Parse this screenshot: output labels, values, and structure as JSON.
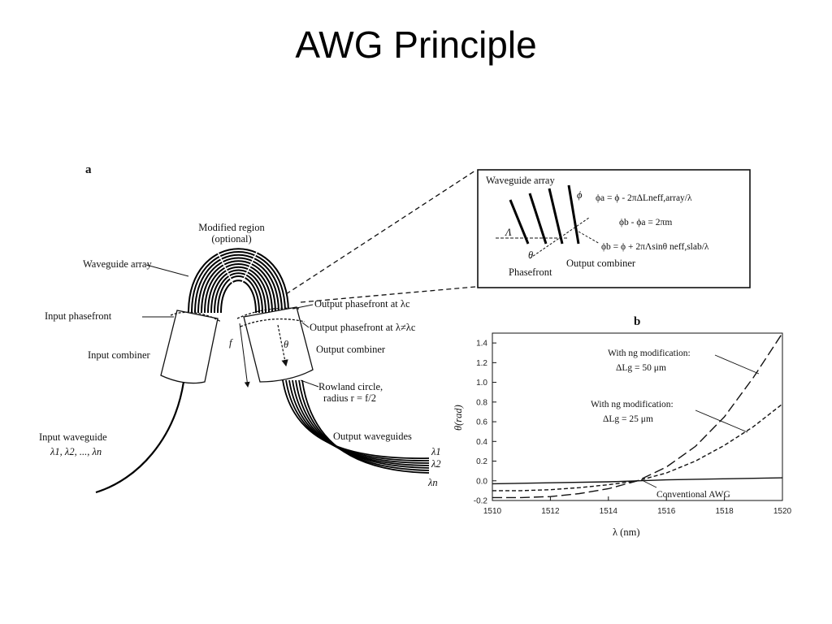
{
  "slide": {
    "title": "AWG Principle"
  },
  "diagram_a": {
    "panel_label": "a",
    "modified_region": "Modified region",
    "modified_region_note": "(optional)",
    "waveguide_array": "Waveguide array",
    "input_phasefront": "Input phasefront",
    "input_combiner": "Input combiner",
    "input_waveguide": "Input waveguide",
    "input_lambdas": "λ1, λ2, ..., λn",
    "focal_length": "f",
    "output_phasefront_c": "Output phasefront at λc",
    "output_phasefront_nc": "Output phasefront at λ≠λc",
    "theta": "θ",
    "output_combiner": "Output combiner",
    "rowland_line1": "Rowland circle,",
    "rowland_line2": "radius r = f/2",
    "output_waveguides": "Output waveguides",
    "out_lambda_1": "λ1",
    "out_lambda_2": "λ2",
    "out_lambda_n": "λn"
  },
  "inset": {
    "waveguide_array": "Waveguide array",
    "phi": "ϕ",
    "eq_a": "ϕa = ϕ - 2πΔLneff,array/λ",
    "eq_mid": "ϕb - ϕa = 2πm",
    "eq_b": "ϕb = ϕ + 2πΛsinθ neff,slab/λ",
    "lambda_cap": "Λ",
    "theta": "θ",
    "phasefront": "Phasefront",
    "output_combiner": "Output combiner"
  },
  "chart_data": {
    "type": "line",
    "panel_label": "b",
    "xlabel": "λ (nm)",
    "ylabel": "θ(rad)",
    "xlim": [
      1510,
      1520
    ],
    "ylim": [
      -0.2,
      1.5
    ],
    "xticks": [
      1510,
      1512,
      1514,
      1516,
      1518,
      1520
    ],
    "yticks": [
      -0.2,
      0.0,
      0.2,
      0.4,
      0.6,
      0.8,
      1.0,
      1.2,
      1.4
    ],
    "grid": false,
    "series": [
      {
        "name": "Conventional AWG",
        "style": "solid",
        "x": [
          1510,
          1512,
          1514,
          1515,
          1516,
          1518,
          1520
        ],
        "y": [
          -0.03,
          -0.02,
          -0.01,
          0.0,
          0.01,
          0.02,
          0.03
        ]
      },
      {
        "name": "With ng modification: ΔLg = 25 μm",
        "style": "short-dash",
        "x": [
          1510,
          1511,
          1512,
          1513,
          1514,
          1515,
          1516,
          1517,
          1518,
          1519,
          1520
        ],
        "y": [
          -0.1,
          -0.1,
          -0.09,
          -0.07,
          -0.04,
          0.0,
          0.08,
          0.2,
          0.36,
          0.55,
          0.78
        ]
      },
      {
        "name": "With ng modification: ΔLg = 50 μm",
        "style": "long-dash",
        "x": [
          1510,
          1511,
          1512,
          1513,
          1514,
          1515,
          1516,
          1517,
          1518,
          1519,
          1520
        ],
        "y": [
          -0.17,
          -0.17,
          -0.16,
          -0.13,
          -0.08,
          0.0,
          0.14,
          0.35,
          0.65,
          1.05,
          1.55
        ]
      }
    ],
    "annotations": {
      "ng50_line1": "With ng modification:",
      "ng50_line2": "ΔLg = 50 μm",
      "ng25_line1": "With ng modification:",
      "ng25_line2": "ΔLg = 25 μm",
      "conventional": "Conventional AWG"
    }
  }
}
